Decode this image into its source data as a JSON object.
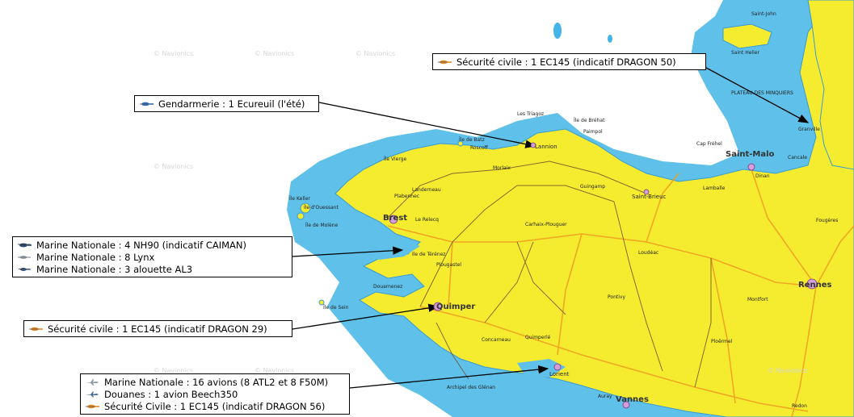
{
  "watermark": "© Navionics",
  "callouts": {
    "c1": {
      "rows": [
        {
          "icon": "orange-helicopter-icon",
          "text": "Sécurité civile : 1 EC145 (indicatif DRAGON 50)"
        }
      ]
    },
    "c2": {
      "rows": [
        {
          "icon": "blue-helicopter-icon",
          "text": "Gendarmerie : 1 Ecureuil (l'été)"
        }
      ]
    },
    "c3": {
      "rows": [
        {
          "icon": "navy-helicopter-icon",
          "text": "Marine Nationale : 4 NH90 (indicatif  CAIMAN)"
        },
        {
          "icon": "gray-helicopter-icon",
          "text": "Marine Nationale : 8 Lynx"
        },
        {
          "icon": "navy-small-helicopter-icon",
          "text": "Marine Nationale : 3 alouette AL3"
        }
      ]
    },
    "c4": {
      "rows": [
        {
          "icon": "orange-helicopter-icon",
          "text": "Sécurité civile : 1 EC145 (indicatif DRAGON 29)"
        }
      ]
    },
    "c5": {
      "rows": [
        {
          "icon": "gray-airplane-icon",
          "text": "Marine Nationale : 16 avions (8 ATL2 et 8 F50M)"
        },
        {
          "icon": "blue-airplane-icon",
          "text": "Douanes : 1 avion Beech350"
        },
        {
          "icon": "orange-helicopter-icon",
          "text": "Sécurité Civile : 1 EC145 (indicatif DRAGON 56)"
        }
      ]
    }
  },
  "places": {
    "saint_malo": "Saint-Malo",
    "rennes": "Rennes",
    "quimper": "Quimper",
    "brest": "Brest",
    "vannes": "Vannes",
    "lorient": "Lorient",
    "lannion": "Lannion",
    "saint_brieuc": "Saint-Brieuc",
    "plateau": "PLATEAU DES MINQUIERS",
    "granville": "Granville",
    "ile_sein": "Île de Sein",
    "ile_ouessant": "Île d'Ouessant",
    "ile_molene": "Île de Molène",
    "ile_keller": "Île Keller",
    "ile_brehat": "Île de Bréhat",
    "ile_batz": "Île de Batz",
    "ile_vierge": "Île Vierge",
    "archipel_glenan": "Archipel des Glénan",
    "cap_frehel": "Cap Fréhel",
    "les_triagoz": "Les Triagoz",
    "landerneau": "Landerneau",
    "carhaix": "Carhaix-Plouguer",
    "ploermel": "Ploërmel",
    "redon": "Redon",
    "dinan": "Dinan",
    "douarnenez": "Douarnenez",
    "saint_jean": "Saint-John",
    "pontivy": "Pontivy",
    "loudeac": "Loudéac",
    "plabennec": "Plabennec",
    "crozon": "Ile de Térénez",
    "morlaix": "Morlaix",
    "paimpol": "Paimpol",
    "jersey_town": "Saint Helier",
    "concarneau": "Concarneau",
    "quimperle": "Quimperlé",
    "auray": "Auray",
    "montfort": "Montfort",
    "fougeres": "Fougères",
    "cancale": "Cancale",
    "le_relecq": "Le Relecq",
    "plouescat": "Roscoff",
    "guingamp": "Guingamp",
    "plougastel": "Plougastel",
    "lamballe": "Lamballe"
  },
  "colors": {
    "land": "#f6ec2f",
    "shallow": "#45b4e6",
    "deep_sea": "#ffffff",
    "road": "#f0a020",
    "route": "#6b4a2a",
    "arrow": "#000000"
  }
}
